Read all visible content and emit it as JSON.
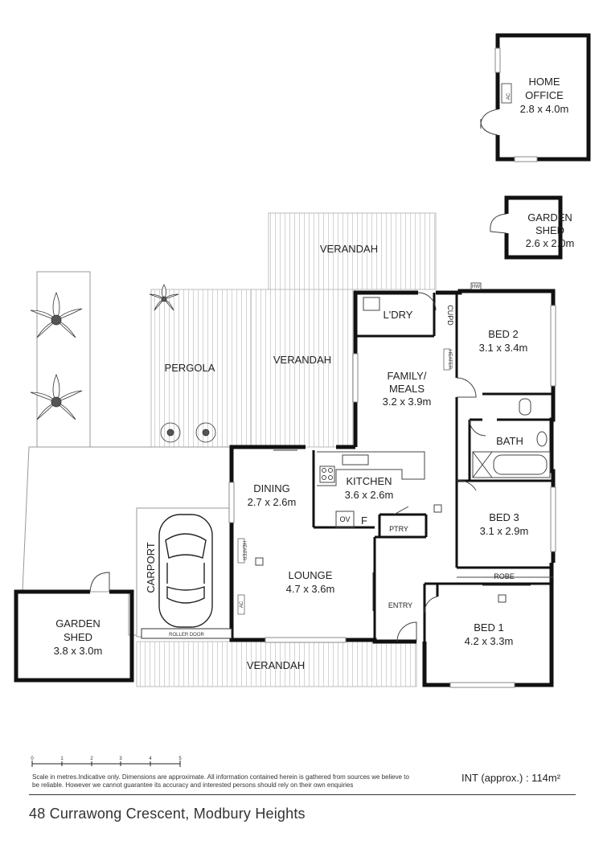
{
  "rooms": {
    "home_office": {
      "name_line1": "HOME",
      "name_line2": "OFFICE",
      "size": "2.8 x 4.0m"
    },
    "garden_shed_top": {
      "name_line1": "GARDEN",
      "name_line2": "SHED",
      "size": "2.6 x 2.0m"
    },
    "verandah_top": {
      "name": "VERANDAH"
    },
    "verandah_mid": {
      "name": "VERANDAH"
    },
    "verandah_bottom": {
      "name": "VERANDAH"
    },
    "pergola": {
      "name": "PERGOLA"
    },
    "laundry": {
      "name": "L'DRY"
    },
    "cupd": {
      "name": "CUPD"
    },
    "family_meals": {
      "name_line1": "FAMILY/",
      "name_line2": "MEALS",
      "size": "3.2 x 3.9m"
    },
    "bed2": {
      "name": "BED 2",
      "size": "3.1 x 3.4m"
    },
    "bath": {
      "name": "BATH"
    },
    "kitchen": {
      "name": "KITCHEN",
      "size": "3.6 x 2.6m"
    },
    "dining": {
      "name": "DINING",
      "size": "2.7 x 2.6m"
    },
    "bed3": {
      "name": "BED 3",
      "size": "3.1 x 2.9m"
    },
    "lounge": {
      "name": "LOUNGE",
      "size": "4.7 x 3.6m"
    },
    "ptry": {
      "name": "PTRY"
    },
    "robe": {
      "name": "ROBE"
    },
    "entry": {
      "name": "ENTRY"
    },
    "bed1": {
      "name": "BED 1",
      "size": "4.2 x 3.3m"
    },
    "carport": {
      "name": "CARPORT",
      "door": "ROLLER DOOR"
    },
    "garden_shed_left": {
      "name_line1": "GARDEN",
      "name_line2": "SHED",
      "size": "3.8 x 3.0m"
    }
  },
  "fixtures": {
    "ac": "AC",
    "heater": "HEATER",
    "hw": "HW",
    "ov": "OV",
    "fridge": "F"
  },
  "scale": {
    "ticks": [
      "0",
      "1",
      "2",
      "3",
      "4",
      "5"
    ]
  },
  "footer": {
    "disclaimer": "Scale in metres.Indicative only. Dimensions are approximate. All information contained herein is gathered from sources we believe to be reliable. However we cannot guarantee its accuracy and interested persons should rely on their own enquiries",
    "area": "INT (approx.)   : 114m²",
    "address": "48 Currawong Crescent, Modbury Heights"
  }
}
